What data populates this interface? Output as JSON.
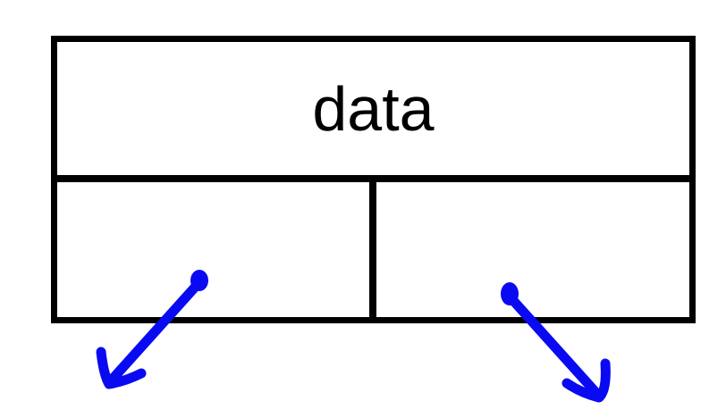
{
  "node": {
    "data_label": "data"
  },
  "colors": {
    "background": "#ffffff",
    "border": "#000000",
    "text": "#000000",
    "arrow": "#0a0af2"
  },
  "arrows": [
    {
      "name": "left-child-pointer",
      "direction": "down-left"
    },
    {
      "name": "right-child-pointer",
      "direction": "down-right"
    }
  ]
}
